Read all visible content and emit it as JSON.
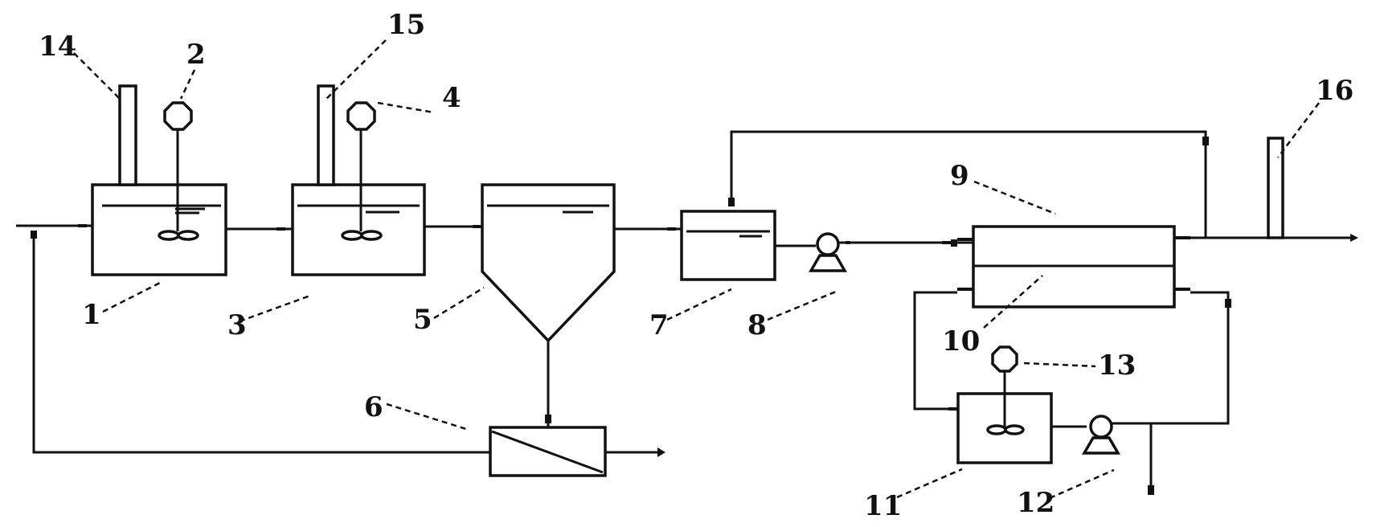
{
  "labels": {
    "n1": "1",
    "n2": "2",
    "n3": "3",
    "n4": "4",
    "n5": "5",
    "n6": "6",
    "n7": "7",
    "n8": "8",
    "n9": "9",
    "n10": "10",
    "n11": "11",
    "n12": "12",
    "n13": "13",
    "n14": "14",
    "n15": "15",
    "n16": "16"
  },
  "colors": {
    "stroke": "#111111",
    "background": "#ffffff"
  }
}
